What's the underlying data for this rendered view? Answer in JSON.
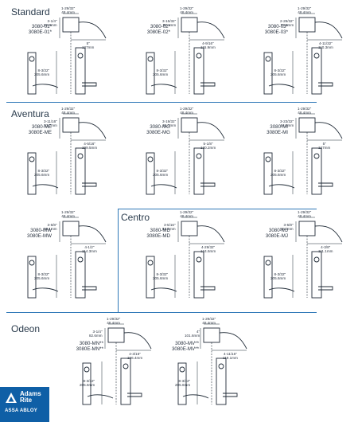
{
  "sections": {
    "standard": "Standard",
    "aventura": "Aventura",
    "centro": "Centro",
    "odeon": "Odeon"
  },
  "brand": {
    "name_line1": "Adams",
    "name_line2": "Rite",
    "parent": "ASSA ABLOY"
  },
  "items": [
    {
      "model": [
        "3080-01*",
        "3080E-01*"
      ],
      "dims": {
        "top": [
          "1-29/32\"",
          "48.4mm"
        ],
        "offset": [
          "3-1/4\"",
          "82.6mm"
        ],
        "proj": [
          "5\"",
          "127mm"
        ],
        "height": [
          "8-3/32\"",
          "205.6mm"
        ]
      }
    },
    {
      "model": [
        "3080-02*",
        "3080E-02*"
      ],
      "dims": {
        "top": [
          "1-29/32\"",
          "48.4mm"
        ],
        "offset": [
          "3-15/32\"",
          "88.1mm"
        ],
        "proj": [
          "4-9/16\"",
          "115.9mm"
        ],
        "height": [
          "8-3/32\"",
          "205.6mm"
        ]
      }
    },
    {
      "model": [
        "3080-03*",
        "3080E-03*"
      ],
      "dims": {
        "top": [
          "1-29/32\"",
          "48.4mm"
        ],
        "offset": [
          "2-29/32\"",
          "73.8mm"
        ],
        "proj": [
          "4-11/32\"",
          "110.3mm"
        ],
        "height": [
          "8-3/32\"",
          "205.6mm"
        ]
      }
    },
    {
      "model": [
        "3080-ME",
        "3080E-ME"
      ],
      "dims": {
        "top": [
          "1-29/32\"",
          "48.4mm"
        ],
        "offset": [
          "3-11/16\"",
          "93.7mm"
        ],
        "proj": [
          "4-5/16\"",
          "109.5mm"
        ],
        "height": [
          "8-3/32\"",
          "205.6mm"
        ]
      }
    },
    {
      "model": [
        "3080-MG",
        "3080E-MG"
      ],
      "dims": {
        "top": [
          "1-29/32\"",
          "48.4mm"
        ],
        "offset": [
          "3-19/32\"",
          "91.3mm"
        ],
        "proj": [
          "5-1/8\"",
          "130.2mm"
        ],
        "height": [
          "8-3/32\"",
          "205.6mm"
        ]
      }
    },
    {
      "model": [
        "3080-MI",
        "3080E-MI"
      ],
      "dims": {
        "top": [
          "1-29/32\"",
          "48.4mm"
        ],
        "offset": [
          "3-23/32\"",
          "94.5mm"
        ],
        "proj": [
          "5\"",
          "127mm"
        ],
        "height": [
          "8-3/32\"",
          "205.6mm"
        ]
      }
    },
    {
      "model": [
        "3080-MW",
        "3080E-MW"
      ],
      "dims": {
        "top": [
          "1-29/32\"",
          "48.4mm"
        ],
        "offset": [
          "3-5/8\"",
          "92.1mm"
        ],
        "proj": [
          "4-1/2\"",
          "114.3mm"
        ],
        "height": [
          "8-3/32\"",
          "205.6mm"
        ]
      }
    },
    {
      "model": [
        "3080-MD",
        "3080E-MD"
      ],
      "dims": {
        "top": [
          "1-29/32\"",
          "48.4mm"
        ],
        "offset": [
          "3-5/16\"",
          "84.1mm"
        ],
        "proj": [
          "4-29/32\"",
          "124.6mm"
        ],
        "height": [
          "8-3/32\"",
          "205.6mm"
        ]
      }
    },
    {
      "model": [
        "3080-MJ",
        "3080E-MJ"
      ],
      "dims": {
        "top": [
          "1-29/32\"",
          "48.4mm"
        ],
        "offset": [
          "3-5/8\"",
          "92.1mm"
        ],
        "proj": [
          "4-3/8\"",
          "111.1mm"
        ],
        "height": [
          "8-3/32\"",
          "205.6mm"
        ]
      }
    },
    {
      "model": [
        "3080-MN**",
        "3080E-MN**"
      ],
      "dims": {
        "top": [
          "1-29/32\"",
          "48.4mm"
        ],
        "offset": [
          "3-1/4\"",
          "82.6mm"
        ],
        "proj": [
          "4-3/16\"",
          "106.4mm"
        ],
        "height": [
          "8-3/32\"",
          "205.6mm"
        ]
      }
    },
    {
      "model": [
        "3080-MV**",
        "3080E-MV**"
      ],
      "dims": {
        "top": [
          "1-29/32\"",
          "48.4mm"
        ],
        "offset": [
          "4\"",
          "101.6mm"
        ],
        "proj": [
          "4-11/16\"",
          "119.1mm"
        ],
        "height": [
          "8-3/32\"",
          "205.6mm"
        ]
      }
    }
  ]
}
